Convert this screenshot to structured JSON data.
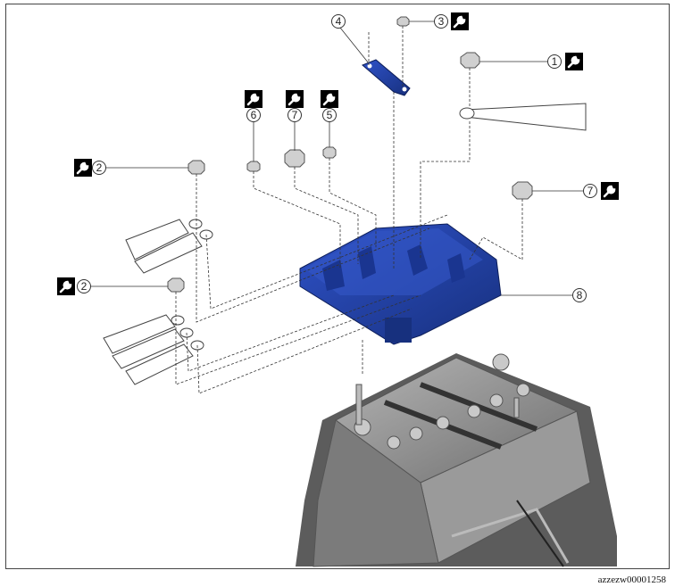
{
  "callouts": [
    {
      "id": "c1",
      "label": "1",
      "torque": true
    },
    {
      "id": "c2a",
      "label": "2",
      "torque": true
    },
    {
      "id": "c2b",
      "label": "2",
      "torque": true
    },
    {
      "id": "c3",
      "label": "3",
      "torque": true
    },
    {
      "id": "c4",
      "label": "4",
      "torque": false
    },
    {
      "id": "c5",
      "label": "5",
      "torque": true
    },
    {
      "id": "c6",
      "label": "6",
      "torque": true
    },
    {
      "id": "c7a",
      "label": "7",
      "torque": true
    },
    {
      "id": "c7b",
      "label": "7",
      "torque": true
    },
    {
      "id": "c8",
      "label": "8",
      "torque": false
    }
  ],
  "icons": {
    "torque": "wrench-icon"
  },
  "colors": {
    "part_blue": "#1f3fa8",
    "part_blue_dark": "#142a78",
    "battery_grey": "#8a8a8a",
    "leader": "#333333"
  },
  "figure_code": "azzezw00001258"
}
